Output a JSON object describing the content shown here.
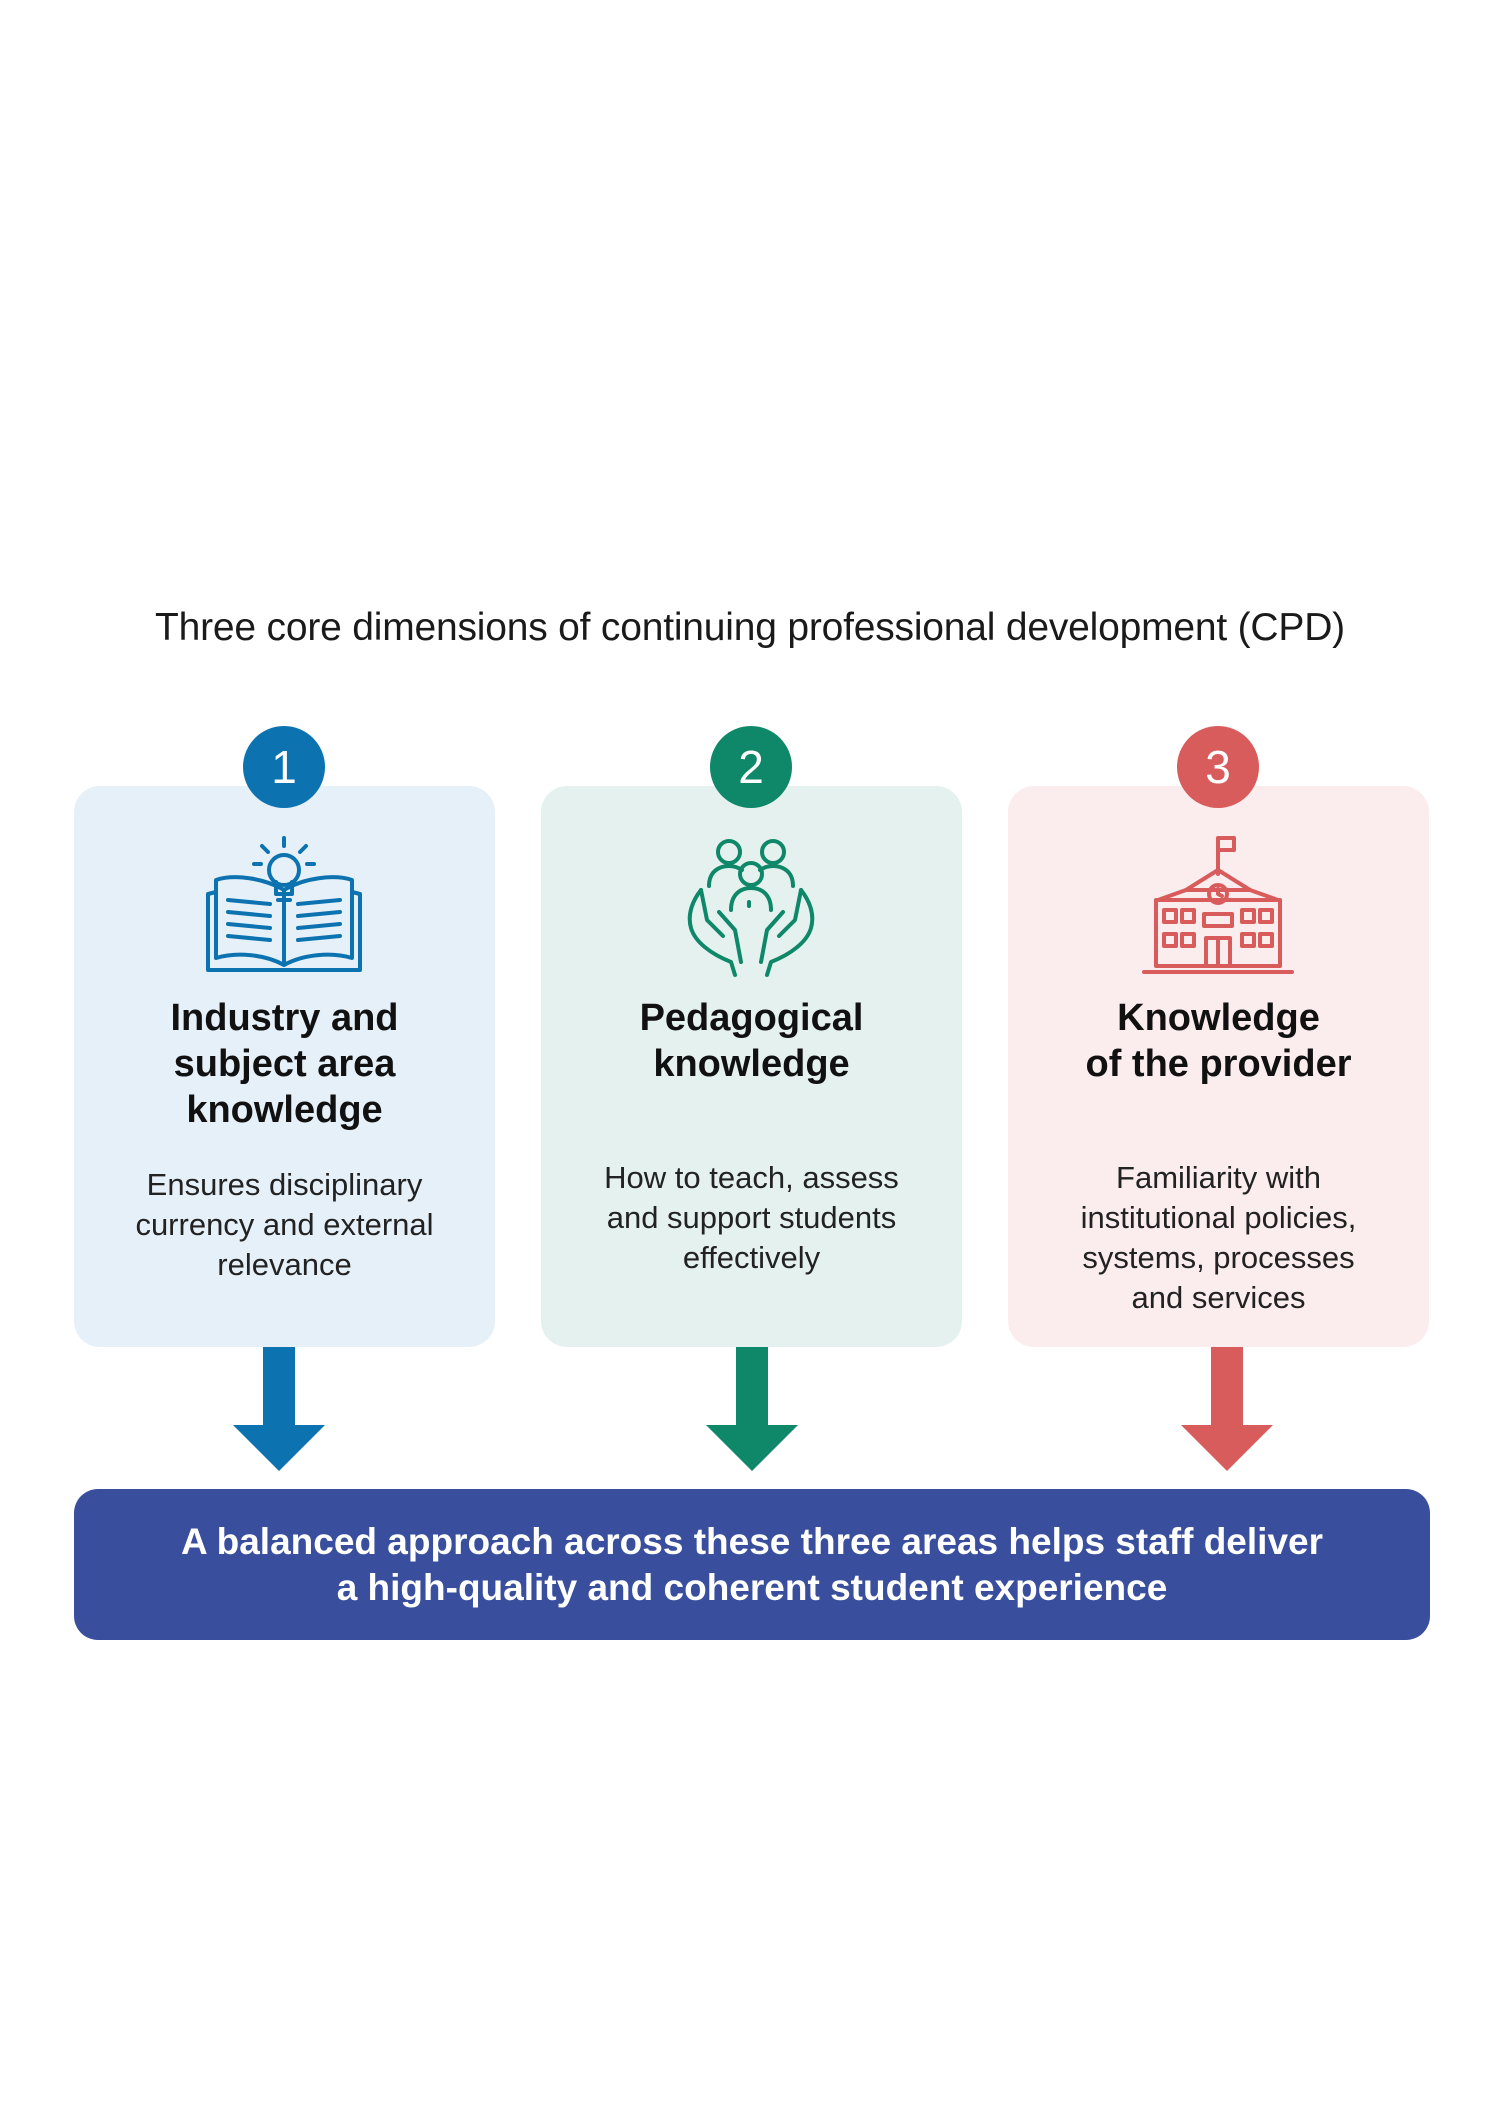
{
  "title": "Three core dimensions of continuing professional development (CPD)",
  "colors": {
    "blue": "#0c73b0",
    "green": "#0e8868",
    "red": "#d85c5b",
    "banner": "#3a4e9e",
    "card_blue_bg": "#e6f0f8",
    "card_green_bg": "#e5f1ef",
    "card_red_bg": "#fbecee"
  },
  "cards": [
    {
      "number": "1",
      "icon": "book-lightbulb-icon",
      "heading": "Industry and\nsubject area\nknowledge",
      "description": "Ensures disciplinary\ncurrency and external\nrelevance"
    },
    {
      "number": "2",
      "icon": "hands-group-icon",
      "heading": "Pedagogical\nknowledge",
      "description": "How to teach, assess\nand support students\neffectively"
    },
    {
      "number": "3",
      "icon": "school-building-icon",
      "heading": "Knowledge\nof the provider",
      "description": "Familiarity with\ninstitutional policies,\nsystems, processes\nand services"
    }
  ],
  "banner": {
    "text": "A balanced approach across these three areas helps staff deliver\na high-quality and coherent student experience"
  }
}
